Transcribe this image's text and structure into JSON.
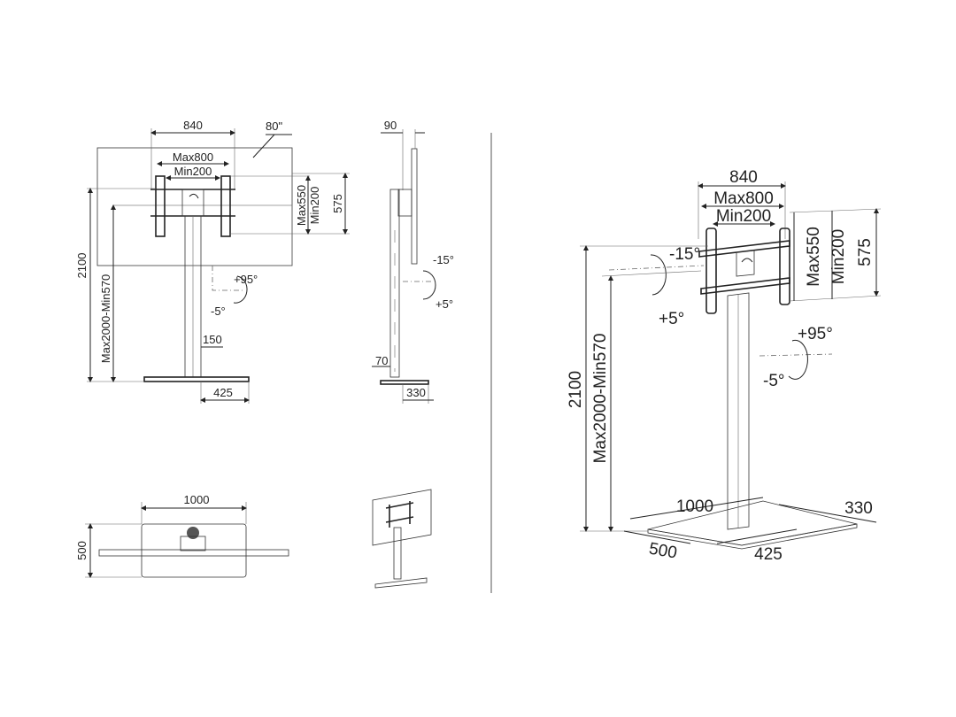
{
  "front_view": {
    "screen_width": "840",
    "screen_size": "80\"",
    "vesa_max_w": "Max800",
    "vesa_min_w": "Min200",
    "vesa_max_h": "Max550",
    "vesa_min_h": "Min200",
    "vesa_height": "575",
    "total_height": "2100",
    "height_range": "Max2000-Min570",
    "swivel_plus": "+95°",
    "swivel_minus": "-5°",
    "pole_width": "150",
    "base_depth": "425"
  },
  "side_view": {
    "plate_depth": "90",
    "tilt_minus": "-15°",
    "tilt_plus": "+5°",
    "base_height": "70",
    "base_width": "330"
  },
  "top_view": {
    "base_width": "1000",
    "base_depth": "500"
  },
  "iso_view": {
    "screen_width": "840",
    "vesa_max_w": "Max800",
    "vesa_min_w": "Min200",
    "tilt_minus": "-15°",
    "tilt_plus": "+5°",
    "vesa_max_h": "Max550",
    "vesa_min_h": "Min200",
    "vesa_height": "575",
    "swivel_plus": "+95°",
    "swivel_minus": "-5°",
    "total_height": "2100",
    "height_range": "Max2000-Min570",
    "base_width": "1000",
    "base_depth_side": "330",
    "base_depth": "500",
    "base_front": "425"
  }
}
